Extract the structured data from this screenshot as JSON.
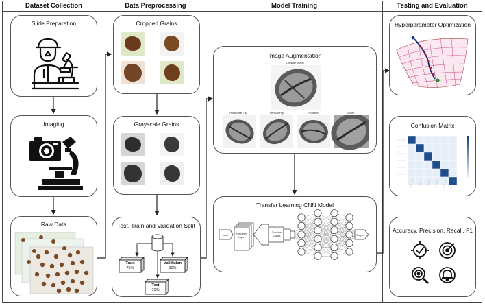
{
  "columns": {
    "dataset": "Dataset Collection",
    "preprocessing": "Data Preprocessing",
    "training": "Model Training",
    "testing": "Testing and Evaluation"
  },
  "dataset": {
    "slide_prep": "Slide Preparation",
    "imaging": "Imaging",
    "raw_data": "Raw Data"
  },
  "preprocessing": {
    "cropped": "Cropped Grains",
    "grayscale": "Grayscale Grains",
    "split": "Test, Train and Validation Split",
    "train": "Train",
    "train_pct": "75%",
    "validation": "Validation",
    "validation_pct": "10%",
    "test": "Test",
    "test_pct": "15%"
  },
  "training": {
    "augmentation": "Image Augmentation",
    "original": "Original Image",
    "h_flip": "Horizontal Flip",
    "v_flip": "Vertical Flip",
    "rotation": "Rotation",
    "zoom": "Zoom",
    "cnn": "Transfer Learning CNN Model",
    "input": "Input",
    "pretrained": "Pretrained Layers",
    "classifier": "Classifier Layers",
    "output": "Output"
  },
  "testing": {
    "hyperparameter": "Hyperparameter Optimization",
    "confusion": "Confusion Matrix",
    "metrics": "Accuracy, Precision, Recall, F1"
  },
  "colors": {
    "line": "#222222",
    "matrix_dark": "#1f4e8c",
    "matrix_light": "#e6eef8"
  }
}
